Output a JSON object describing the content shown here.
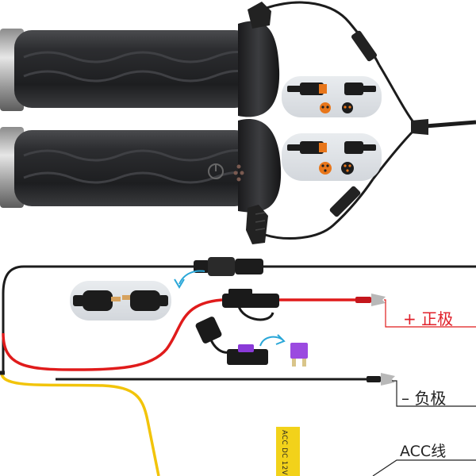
{
  "labels": {
    "positive": "+ 正极",
    "negative": "– 负极",
    "acc": "ACC线"
  },
  "acc_tag_text": "ACC DC 12V",
  "colors": {
    "positive_wire": "#e01b1b",
    "negative_wire": "#1c1c1c",
    "acc_wire": "#f2c40a",
    "fuse_holder": "#1a1a1a",
    "fuse_blade": "#8a3ad8",
    "connector_orange": "#e8761a",
    "arrow": "#2aa7d8",
    "grip": "#2a2b2d"
  }
}
